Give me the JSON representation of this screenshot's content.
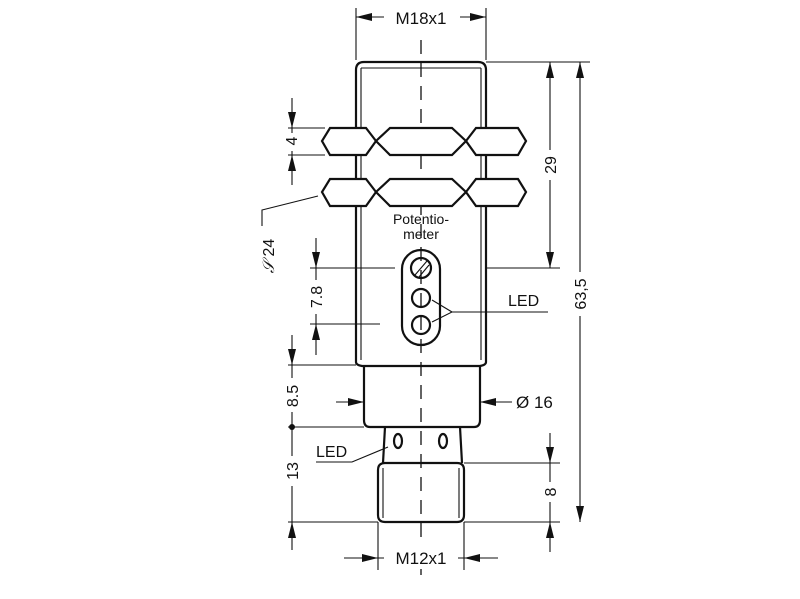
{
  "drawing": {
    "thread_top": "M18x1",
    "thread_bottom": "M12x1",
    "dim_nut_thickness": "4",
    "dim_across_flats": "24",
    "dim_29": "29",
    "dim_total_length": "63,5",
    "dim_7_8": "7.8",
    "dim_8_5": "8.5",
    "dim_13": "13",
    "dim_8": "8",
    "dim_diameter": "Ø 16",
    "potentiometer_label_1": "Potentio-",
    "potentiometer_label_2": "meter",
    "led_label_side": "LED",
    "led_label_neck": "LED"
  }
}
